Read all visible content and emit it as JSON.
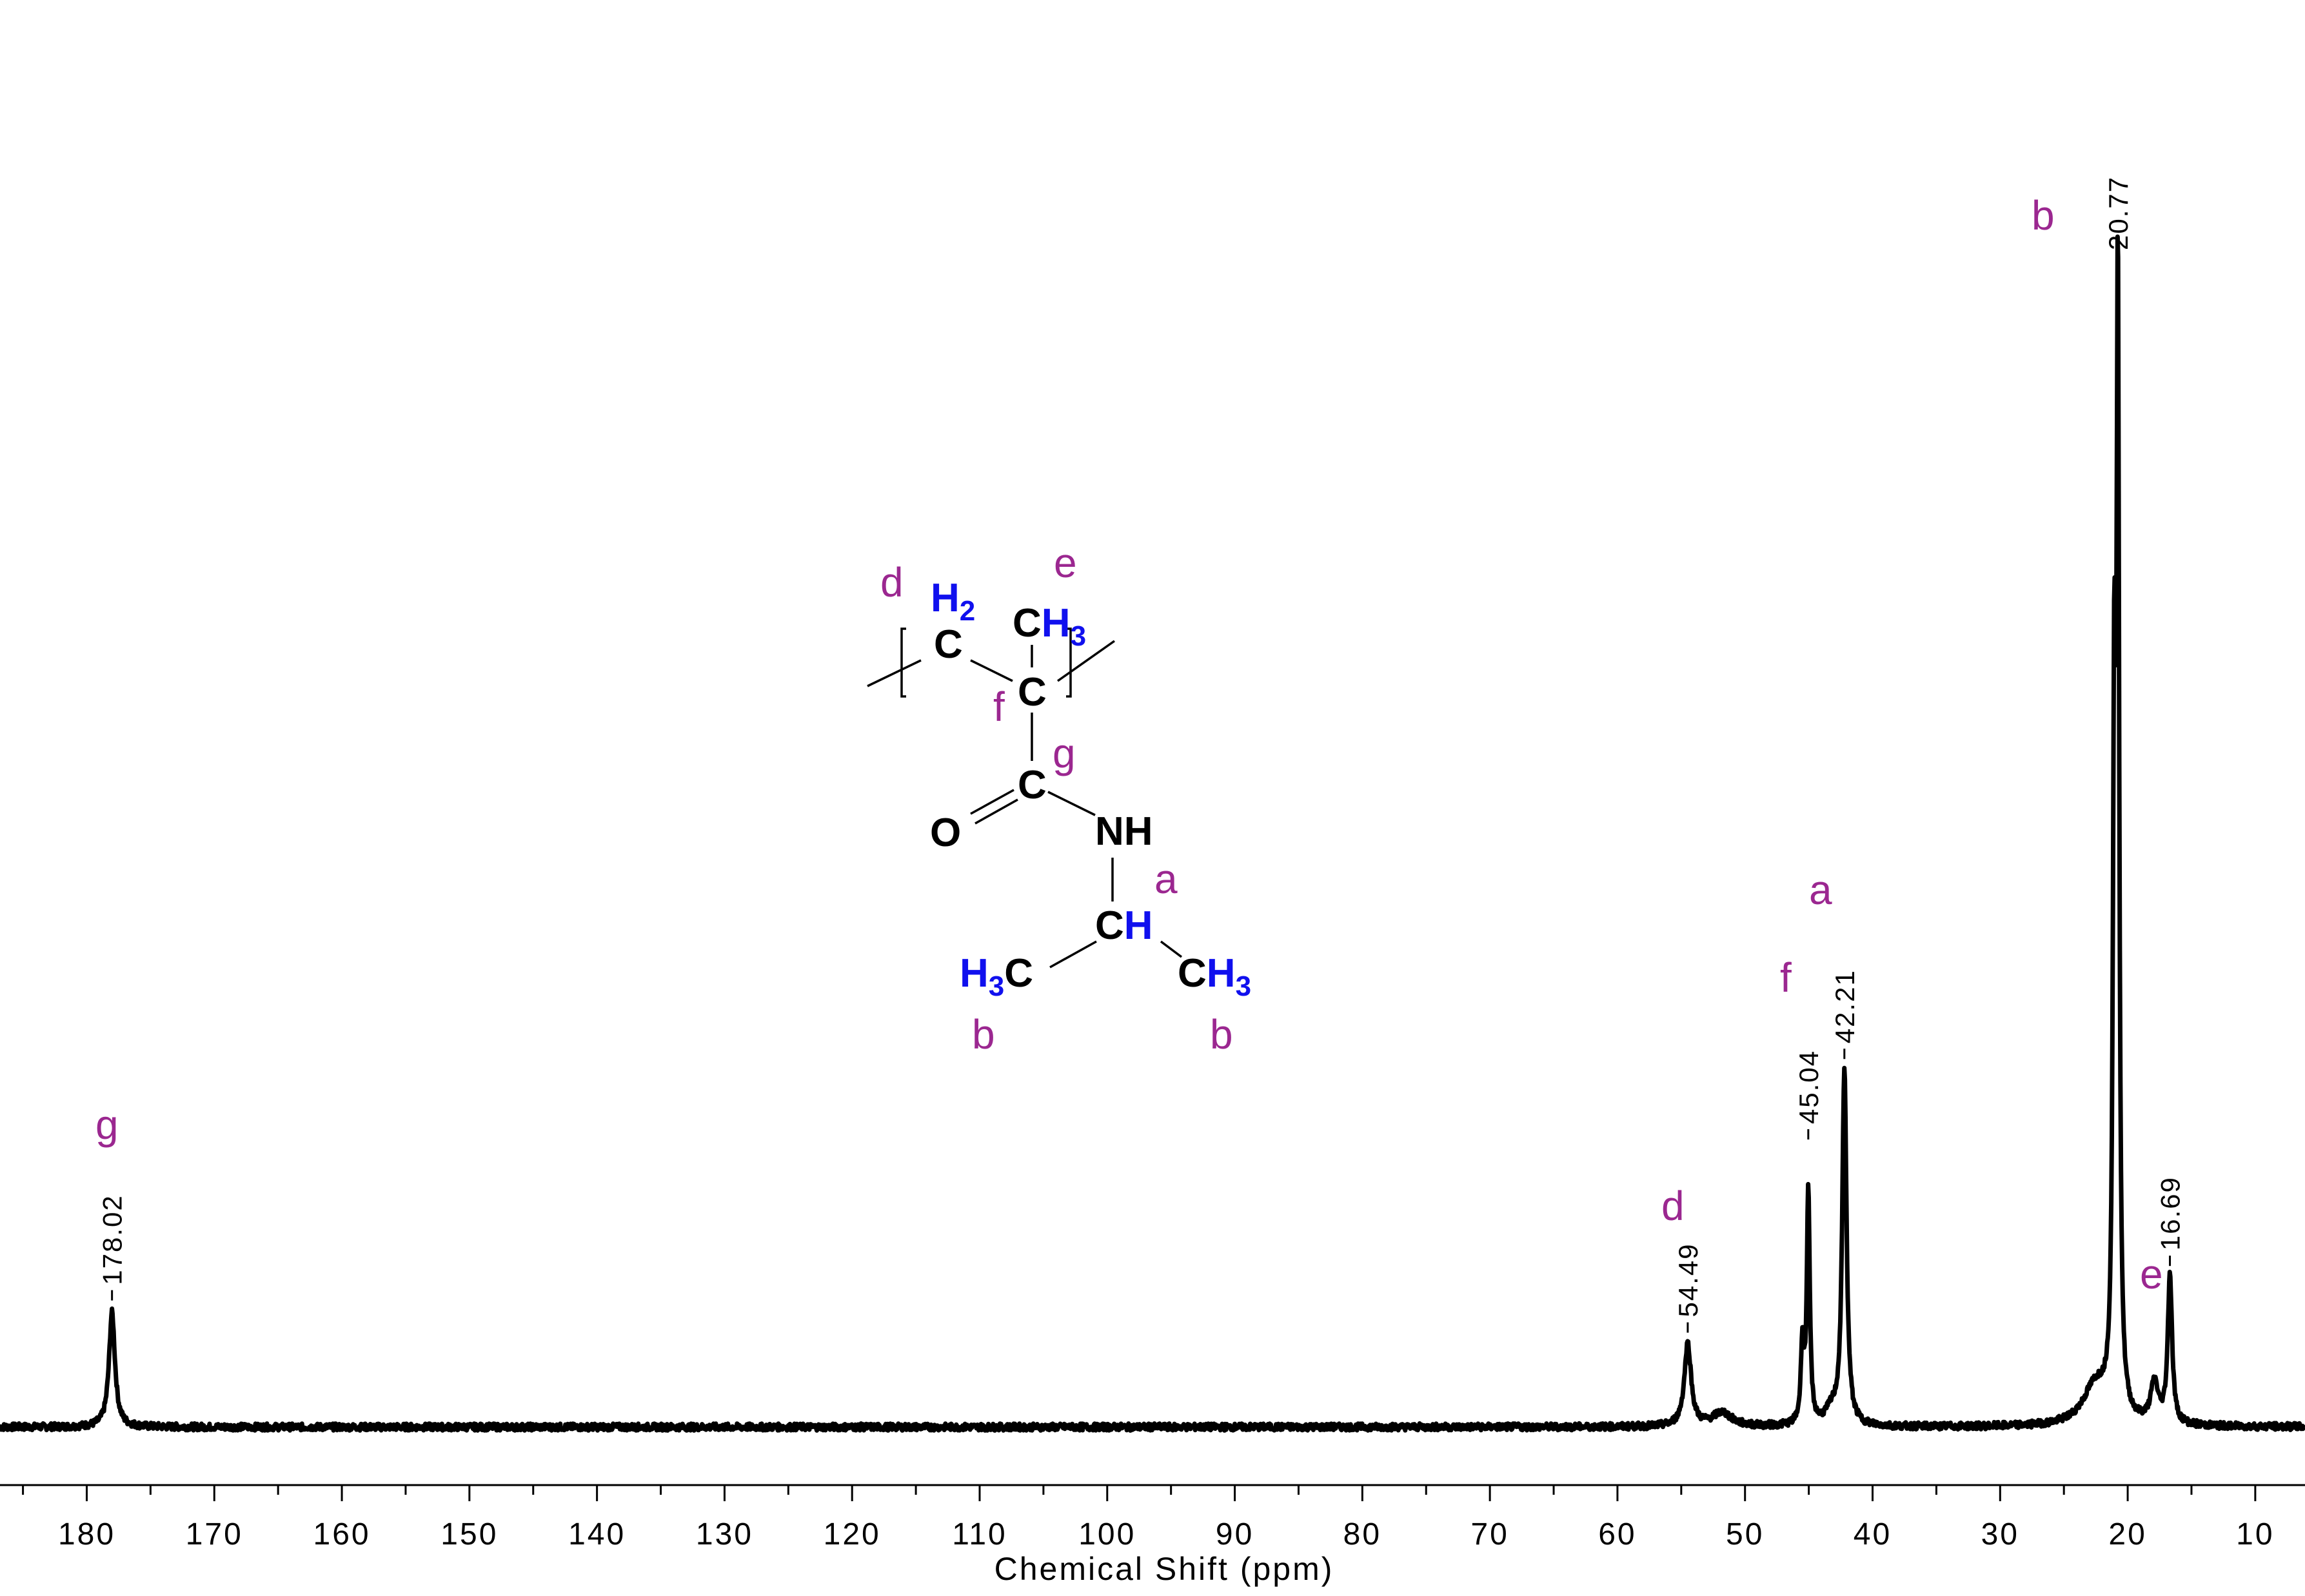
{
  "chart_data": {
    "type": "line",
    "xlabel": "Chemical Shift (ppm)",
    "xlim": [
      186.8,
      6.1
    ],
    "x_reversed": true,
    "x_ticks": [
      180,
      170,
      160,
      150,
      140,
      130,
      120,
      110,
      100,
      90,
      80,
      70,
      60,
      50,
      40,
      30,
      20,
      10
    ],
    "y_axis_shown": false,
    "grid": false,
    "peaks": [
      {
        "ppm": 178.02,
        "label": "178.02",
        "assignment": "g",
        "intensity": 0.1
      },
      {
        "ppm": 54.49,
        "label": "54.49",
        "assignment": "d",
        "intensity": 0.072
      },
      {
        "ppm": 45.04,
        "label": "45.04",
        "assignment": "f",
        "intensity": 0.24
      },
      {
        "ppm": 42.21,
        "label": "42.21",
        "assignment": "a",
        "intensity": 0.31
      },
      {
        "ppm": 20.77,
        "label": "20.77",
        "assignment": "b",
        "intensity": 1.0
      },
      {
        "ppm": 16.69,
        "label": "16.69",
        "assignment": "e",
        "intensity": 0.13
      }
    ]
  },
  "structure": {
    "atoms": {
      "c1": "C",
      "h2": "H",
      "h2_sub": "2",
      "c2": "C",
      "ch3_c": "C",
      "ch3_h": "H",
      "ch3_sub": "3",
      "c3": "C",
      "o": "O",
      "nh": "NH",
      "ch_c": "C",
      "ch_h": "H",
      "left_h": "H",
      "left_sub": "3",
      "left_c": "C",
      "right_c": "C",
      "right_h": "H",
      "right_sub": "3"
    },
    "labels": {
      "d": "d",
      "e": "e",
      "f": "f",
      "g": "g",
      "a": "a",
      "b_left": "b",
      "b_right": "b"
    }
  },
  "colors": {
    "assignment": "#9b2790",
    "hydrogen": "#1010ee",
    "trace": "#000000"
  }
}
